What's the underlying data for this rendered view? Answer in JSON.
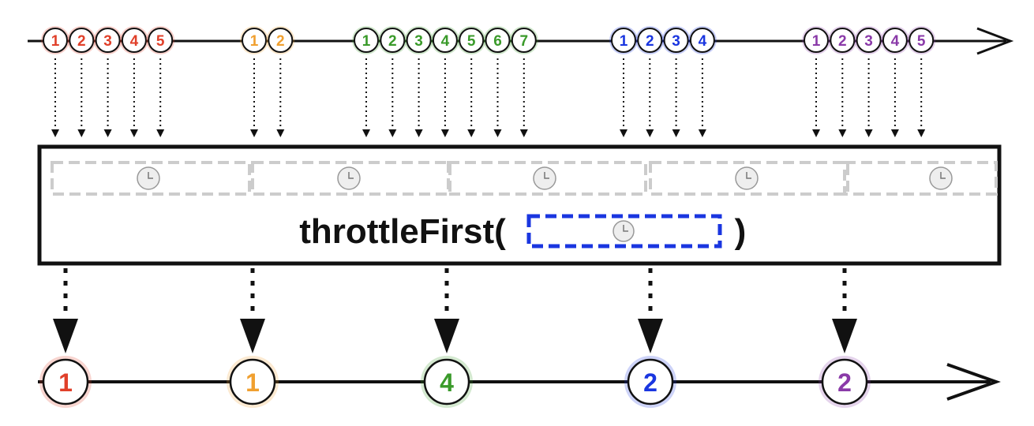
{
  "operator": {
    "name": "throttleFirst(",
    "close": ")"
  },
  "colors": {
    "red": "#e0402a",
    "orange": "#f0a030",
    "green": "#3a9a2a",
    "blue": "#1a36e0",
    "purple": "#8a3aa8",
    "line": "#111111",
    "window_dash": "#cccccc",
    "param_dash": "#1a36e0"
  },
  "icons": {
    "clock": "clock-icon"
  },
  "input_groups": [
    {
      "color": "red",
      "labels": [
        "1",
        "2",
        "3",
        "4",
        "5"
      ]
    },
    {
      "color": "orange",
      "labels": [
        "1",
        "2"
      ]
    },
    {
      "color": "green",
      "labels": [
        "1",
        "2",
        "3",
        "4",
        "5",
        "6",
        "7"
      ]
    },
    {
      "color": "blue",
      "labels": [
        "1",
        "2",
        "3",
        "4"
      ]
    },
    {
      "color": "purple",
      "labels": [
        "1",
        "2",
        "3",
        "4",
        "5"
      ]
    }
  ],
  "output_items": [
    {
      "color": "red",
      "label": "1"
    },
    {
      "color": "orange",
      "label": "1"
    },
    {
      "color": "green",
      "label": "4"
    },
    {
      "color": "blue",
      "label": "2"
    },
    {
      "color": "purple",
      "label": "2"
    }
  ]
}
